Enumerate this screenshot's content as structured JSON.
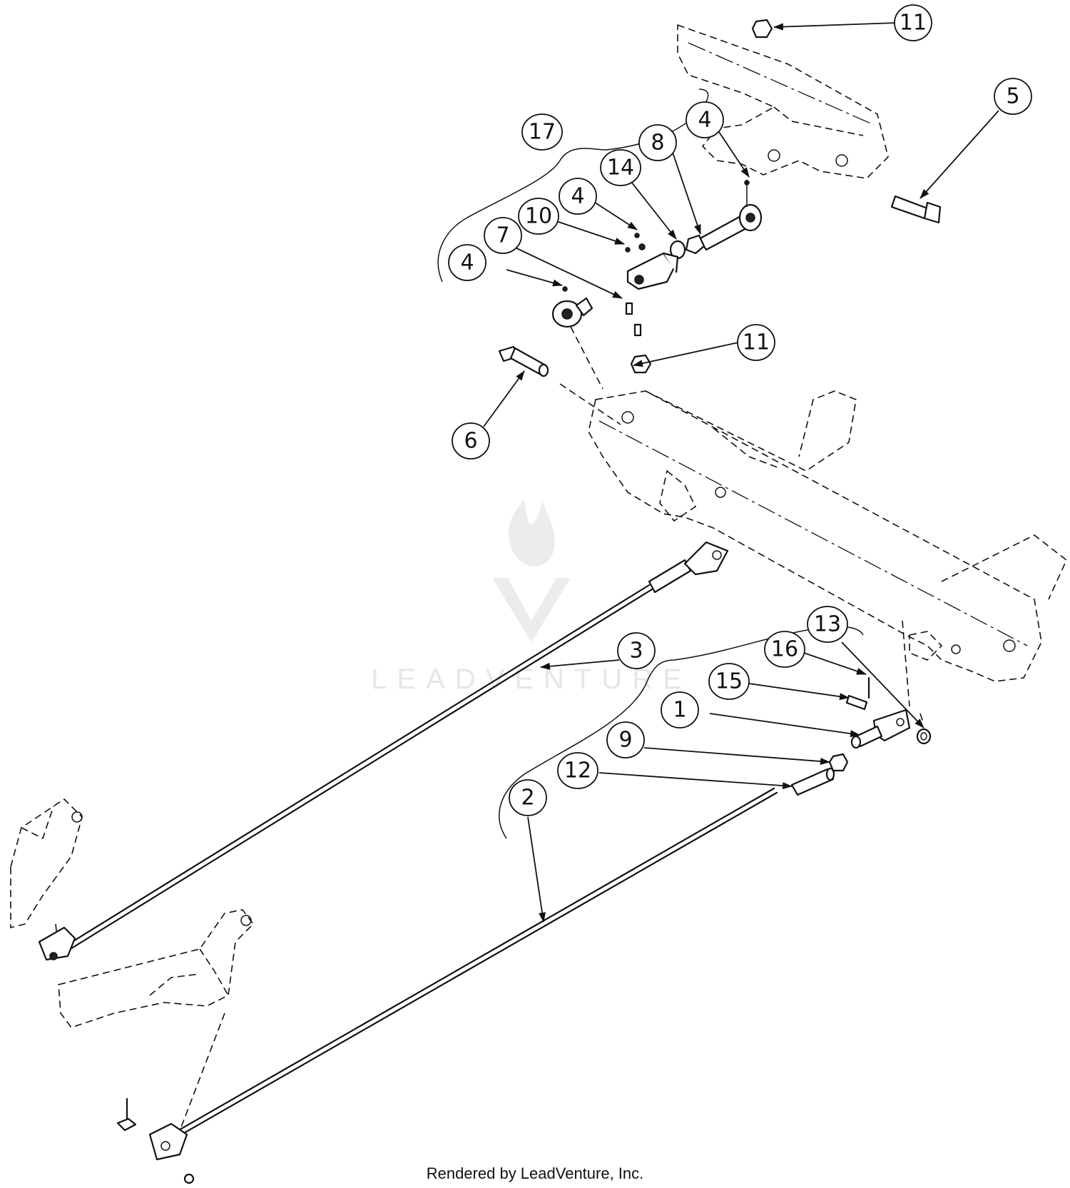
{
  "watermark": {
    "text": "LEADVENTURE"
  },
  "footer": {
    "text": "Rendered by LeadVenture, Inc."
  },
  "callouts": [
    {
      "id": "c11a",
      "label": "11"
    },
    {
      "id": "c5",
      "label": "5"
    },
    {
      "id": "c17",
      "label": "17"
    },
    {
      "id": "c4a",
      "label": "4"
    },
    {
      "id": "c8",
      "label": "8"
    },
    {
      "id": "c14",
      "label": "14"
    },
    {
      "id": "c4b",
      "label": "4"
    },
    {
      "id": "c10",
      "label": "10"
    },
    {
      "id": "c7",
      "label": "7"
    },
    {
      "id": "c4c",
      "label": "4"
    },
    {
      "id": "c11b",
      "label": "11"
    },
    {
      "id": "c6",
      "label": "6"
    },
    {
      "id": "c3",
      "label": "3"
    },
    {
      "id": "c13",
      "label": "13"
    },
    {
      "id": "c16",
      "label": "16"
    },
    {
      "id": "c15",
      "label": "15"
    },
    {
      "id": "c1",
      "label": "1"
    },
    {
      "id": "c9",
      "label": "9"
    },
    {
      "id": "c12",
      "label": "12"
    },
    {
      "id": "c2",
      "label": "2"
    }
  ]
}
